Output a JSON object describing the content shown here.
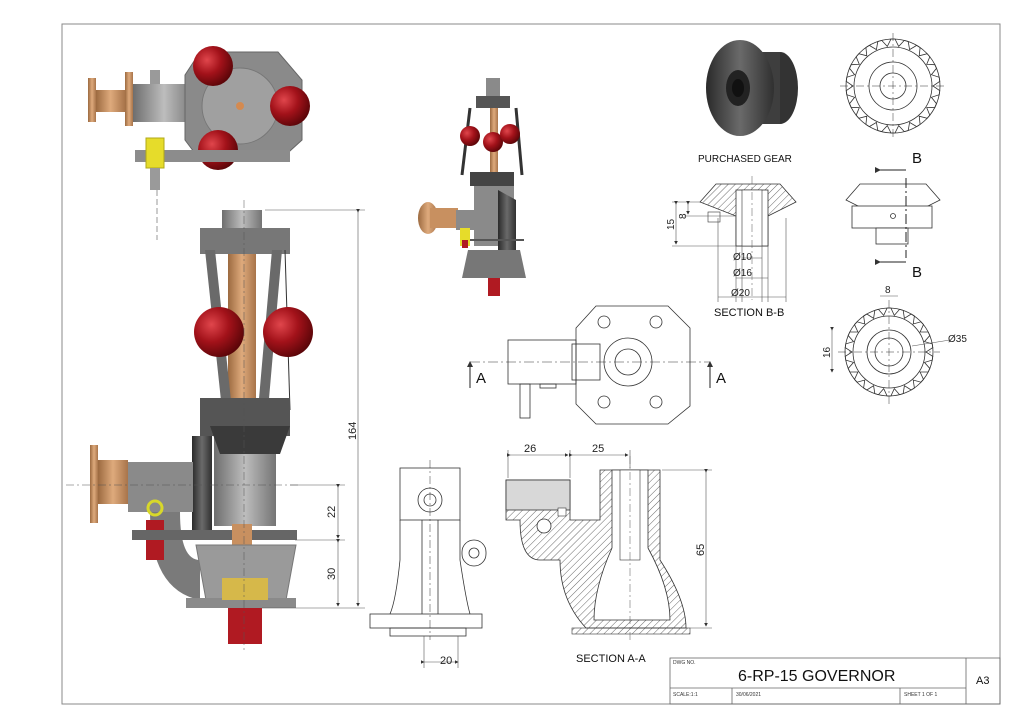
{
  "captions": {
    "purchased_gear": "PURCHASED GEAR",
    "section_bb": "SECTION B-B",
    "section_aa": "SECTION A-A"
  },
  "markers": {
    "b_top": "B",
    "b_bottom": "B",
    "a_left": "A",
    "a_right": "A"
  },
  "dimensions": {
    "d164": "164",
    "d22": "22",
    "d30": "30",
    "d15": "15",
    "d8_bb": "8",
    "dia10": "Ø10",
    "dia16": "Ø16",
    "dia20": "Ø20",
    "d8_gear": "8",
    "d16_gear": "16",
    "dia35": "Ø35",
    "d26": "26",
    "d25": "25",
    "d65": "65",
    "d20": "20"
  },
  "title_block": {
    "dwg_no_label": "DWG NO.",
    "title": "6-RP-15 GOVERNOR",
    "size": "A3",
    "scale": "SCALE:1:1",
    "date": "30/06/2021",
    "sheet": "SHEET 1 OF 1"
  },
  "colors": {
    "ball_red": "#a3121a",
    "brass": "#c89060",
    "steel": "#8f8f8f",
    "yellow_part": "#e6dc2a"
  }
}
